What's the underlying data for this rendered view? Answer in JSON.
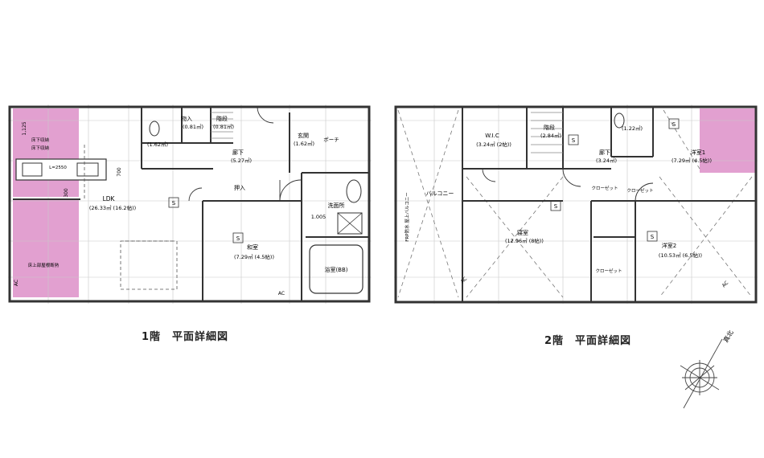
{
  "colors": {
    "line": "#333333",
    "grid": "#c8c8c8",
    "highlight": "#e2a0d0",
    "paper": "#ffffff"
  },
  "floor1": {
    "caption": "1階　平面詳細図",
    "rooms": {
      "storage": "物入",
      "storage_area": "(0.81㎡)",
      "stairs": "階段",
      "stairs_area": "(0.81㎡)",
      "wc_area": "(1.62㎡)",
      "hall": "廊下",
      "hall_area": "(5.27㎡)",
      "entrance": "玄関",
      "entrance_area": "(1.62㎡)",
      "porch": "ポーチ",
      "ldk": "LDK",
      "ldk_area": "(26.33㎡ (16.2帖))",
      "closet": "押入",
      "washroom": "洗面所",
      "washroom_dim": "1.005",
      "japanese_room": "和室",
      "japanese_area": "(7.29㎡ (4.5帖))",
      "bath": "浴室(BB)",
      "underfloor": "床下収納",
      "underfloor2": "床下収納",
      "counter": "L=2550",
      "ceiling_storage": "床上部屋根断熱",
      "dim_1125": "1,125",
      "dim_700": "700",
      "dim_300": "300",
      "ac": "AC"
    }
  },
  "floor2": {
    "caption": "2階　平面詳細図",
    "rooms": {
      "wic": "W.I.C",
      "wic_area": "(3.24㎡ (2帖))",
      "stairs": "階段",
      "stairs_area": "(2.84㎡)",
      "hall": "廊下",
      "hall_area": "(3.24㎡)",
      "wc_area": "(1.22㎡)",
      "western1": "洋室1",
      "western1_area": "(7.29㎡ (4.5帖))",
      "balcony": "バルコニー",
      "master": "寝室",
      "master_area": "(12.96㎡ (8帖))",
      "western2": "洋室2",
      "western2_area": "(10.53㎡ (6.5帖))",
      "closet1": "クローゼット",
      "closet2": "クローゼット",
      "closet3": "クローゼット",
      "balcony_note": "FRP防水 屋上バルコニー",
      "ac": "AC"
    }
  },
  "compass": {
    "label": "真北"
  }
}
